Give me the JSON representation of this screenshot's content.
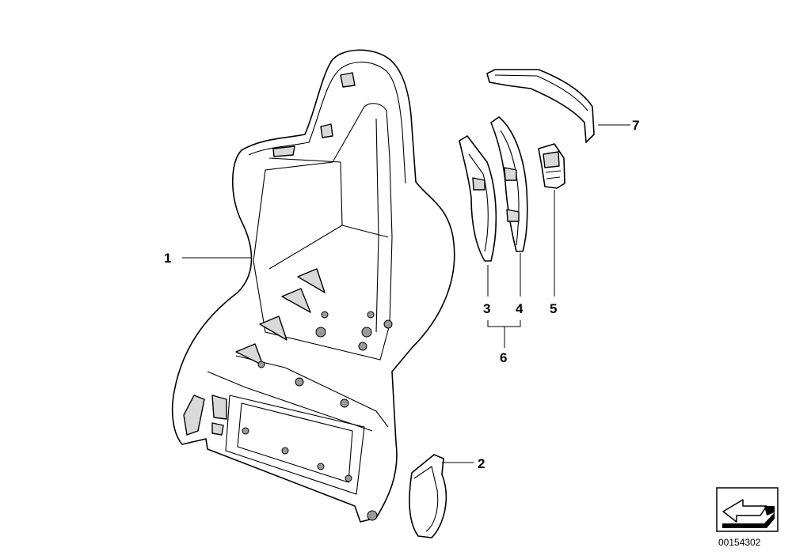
{
  "diagram": {
    "callouts": [
      {
        "id": "1",
        "label": "1"
      },
      {
        "id": "2",
        "label": "2"
      },
      {
        "id": "3",
        "label": "3"
      },
      {
        "id": "4",
        "label": "4"
      },
      {
        "id": "5",
        "label": "5"
      },
      {
        "id": "6",
        "label": "6"
      },
      {
        "id": "7",
        "label": "7"
      }
    ],
    "document_number": "00154302",
    "icon": "arrow-view-icon"
  }
}
